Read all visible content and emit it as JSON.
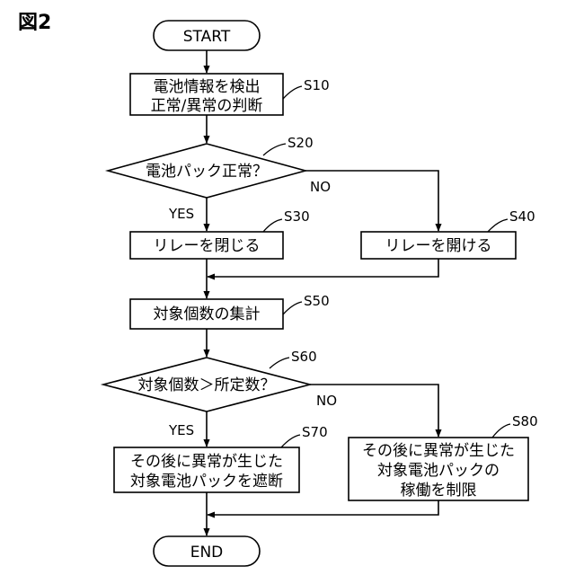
{
  "figure_label": "図2",
  "nodes": {
    "start": "START",
    "s10_line1": "電池情報を検出",
    "s10_line2": "正常/異常の判断",
    "s20": "電池パック正常？",
    "s30": "リレーを閉じる",
    "s40": "リレーを開ける",
    "s50": "対象個数の集計",
    "s60": "対象個数＞所定数？",
    "s70_line1": "その後に異常が生じた",
    "s70_line2": "対象電池パックを遮断",
    "s80_line1": "その後に異常が生じた",
    "s80_line2": "対象電池パックの",
    "s80_line3": "稼働を制限",
    "end": "END"
  },
  "step_labels": {
    "s10": "S10",
    "s20": "S20",
    "s30": "S30",
    "s40": "S40",
    "s50": "S50",
    "s60": "S60",
    "s70": "S70",
    "s80": "S80"
  },
  "branch_labels": {
    "s20_yes": "YES",
    "s20_no": "NO",
    "s60_yes": "YES",
    "s60_no": "NO"
  }
}
